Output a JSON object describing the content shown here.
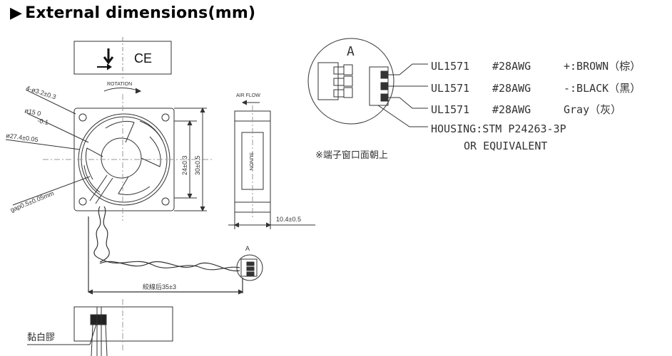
{
  "heading": {
    "marker": "▶",
    "title": "External dimensions(mm)"
  },
  "label_box": {
    "mark": "CE"
  },
  "front_view": {
    "rotation_label": "ROTATION",
    "hole_dim": "4-ø3.2±0.3",
    "hub_dim": "ø15 0",
    "hub_tol": "-0.1",
    "outer_dim": "ø27.4±0.05",
    "gap_dim": "gap0.5±0.05mm",
    "hole_pitch": "24±0.3",
    "frame_size": "30±0.5"
  },
  "side_view": {
    "airflow_label": "AIR FLOW",
    "sticker_text": "SUNON",
    "thickness": "10.4±0.5"
  },
  "cable": {
    "length_label": "絞線后35±3",
    "connector_tag": "A"
  },
  "bottom_view": {
    "label": "黏白膠"
  },
  "detail": {
    "tag": "A",
    "wires": [
      {
        "spec": "UL1571",
        "gauge": "#28AWG",
        "color": "+:BROWN（棕）"
      },
      {
        "spec": "UL1571",
        "gauge": "#28AWG",
        "color": "-:BLACK（黑）"
      },
      {
        "spec": "UL1571",
        "gauge": "#28AWG",
        "color": "Gray（灰）"
      }
    ],
    "housing_line1": "HOUSING:STM P24263-3P",
    "housing_line2": "OR EQUIVALENT",
    "note": "※端子窗口面朝上"
  }
}
